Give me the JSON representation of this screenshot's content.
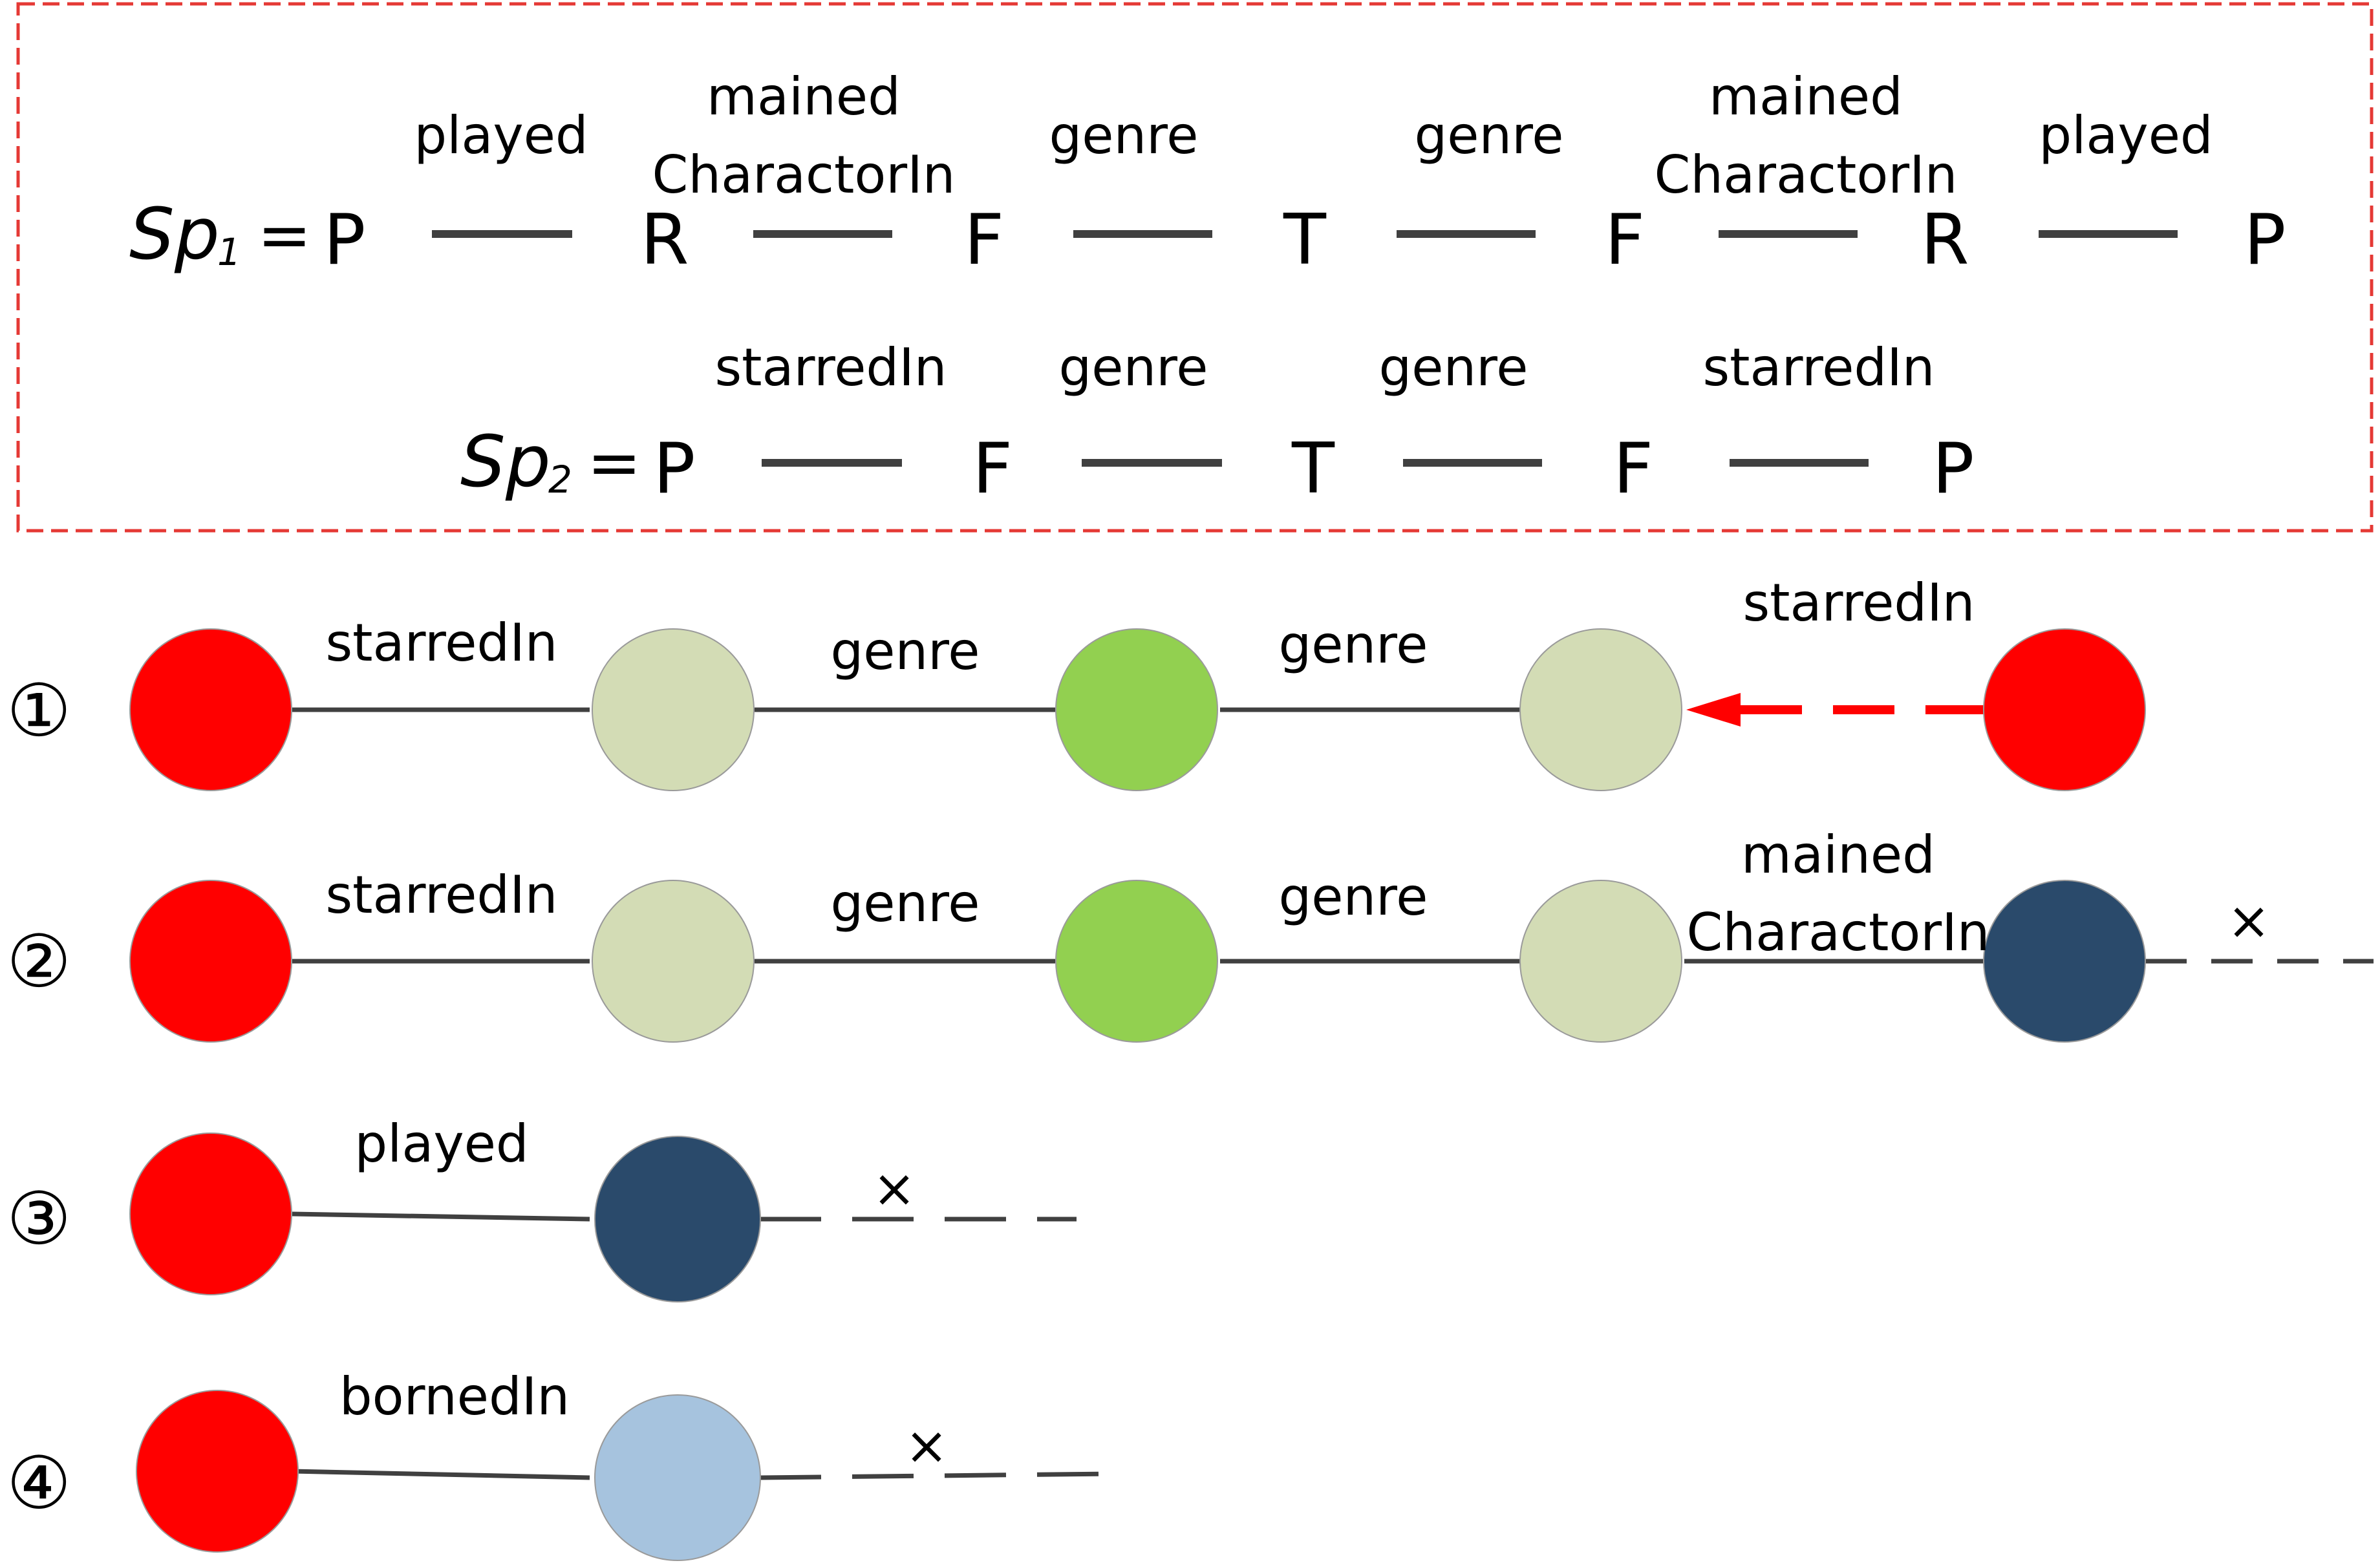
{
  "colors": {
    "frame": "#e53935",
    "arrow": "#404040",
    "person": "#ff0000",
    "film": "#d3dcb5",
    "genre": "#92d050",
    "role": "#2a4a6b",
    "place": "#a6c3de",
    "highlight": "#ff0000"
  },
  "schema": {
    "sp1": {
      "name": "Sp",
      "index": "1",
      "equals": "=",
      "nodes": [
        "P",
        "R",
        "F",
        "T",
        "F",
        "R",
        "P"
      ],
      "edges": [
        {
          "label": [
            "played"
          ],
          "direction": "right"
        },
        {
          "label": [
            "mained",
            "CharactorIn"
          ],
          "direction": "right"
        },
        {
          "label": [
            "genre"
          ],
          "direction": "right"
        },
        {
          "label": [
            "genre"
          ],
          "direction": "left"
        },
        {
          "label": [
            "mained",
            "CharactorIn"
          ],
          "direction": "left"
        },
        {
          "label": [
            "played"
          ],
          "direction": "left"
        }
      ]
    },
    "sp2": {
      "name": "Sp",
      "index": "2",
      "equals": "=",
      "nodes": [
        "P",
        "F",
        "T",
        "F",
        "P"
      ],
      "edges": [
        {
          "label": [
            "starredIn"
          ],
          "direction": "right"
        },
        {
          "label": [
            "genre"
          ],
          "direction": "right"
        },
        {
          "label": [
            "genre"
          ],
          "direction": "right"
        },
        {
          "label": [
            "starredIn"
          ],
          "direction": "left"
        }
      ]
    }
  },
  "paths": [
    {
      "number": "①",
      "edges": [
        {
          "label": [
            "starredIn"
          ],
          "direction": "right"
        },
        {
          "label": [
            "genre"
          ],
          "direction": "right"
        },
        {
          "label": [
            "genre"
          ],
          "direction": "left"
        },
        {
          "label": [
            "starredIn"
          ],
          "direction": "left",
          "style": "highlight-dashed"
        }
      ]
    },
    {
      "number": "②",
      "edges": [
        {
          "label": [
            "starredIn"
          ],
          "direction": "right"
        },
        {
          "label": [
            "genre"
          ],
          "direction": "right"
        },
        {
          "label": [
            "genre"
          ],
          "direction": "left"
        },
        {
          "label": [
            "mained",
            "CharactorIn"
          ],
          "direction": "left"
        }
      ],
      "dead_end_mark": "×"
    },
    {
      "number": "③",
      "edges": [
        {
          "label": [
            "played"
          ],
          "direction": "right"
        }
      ],
      "dead_end_mark": "×"
    },
    {
      "number": "④",
      "edges": [
        {
          "label": [
            "bornedIn"
          ],
          "direction": "right"
        }
      ],
      "dead_end_mark": "×"
    }
  ]
}
